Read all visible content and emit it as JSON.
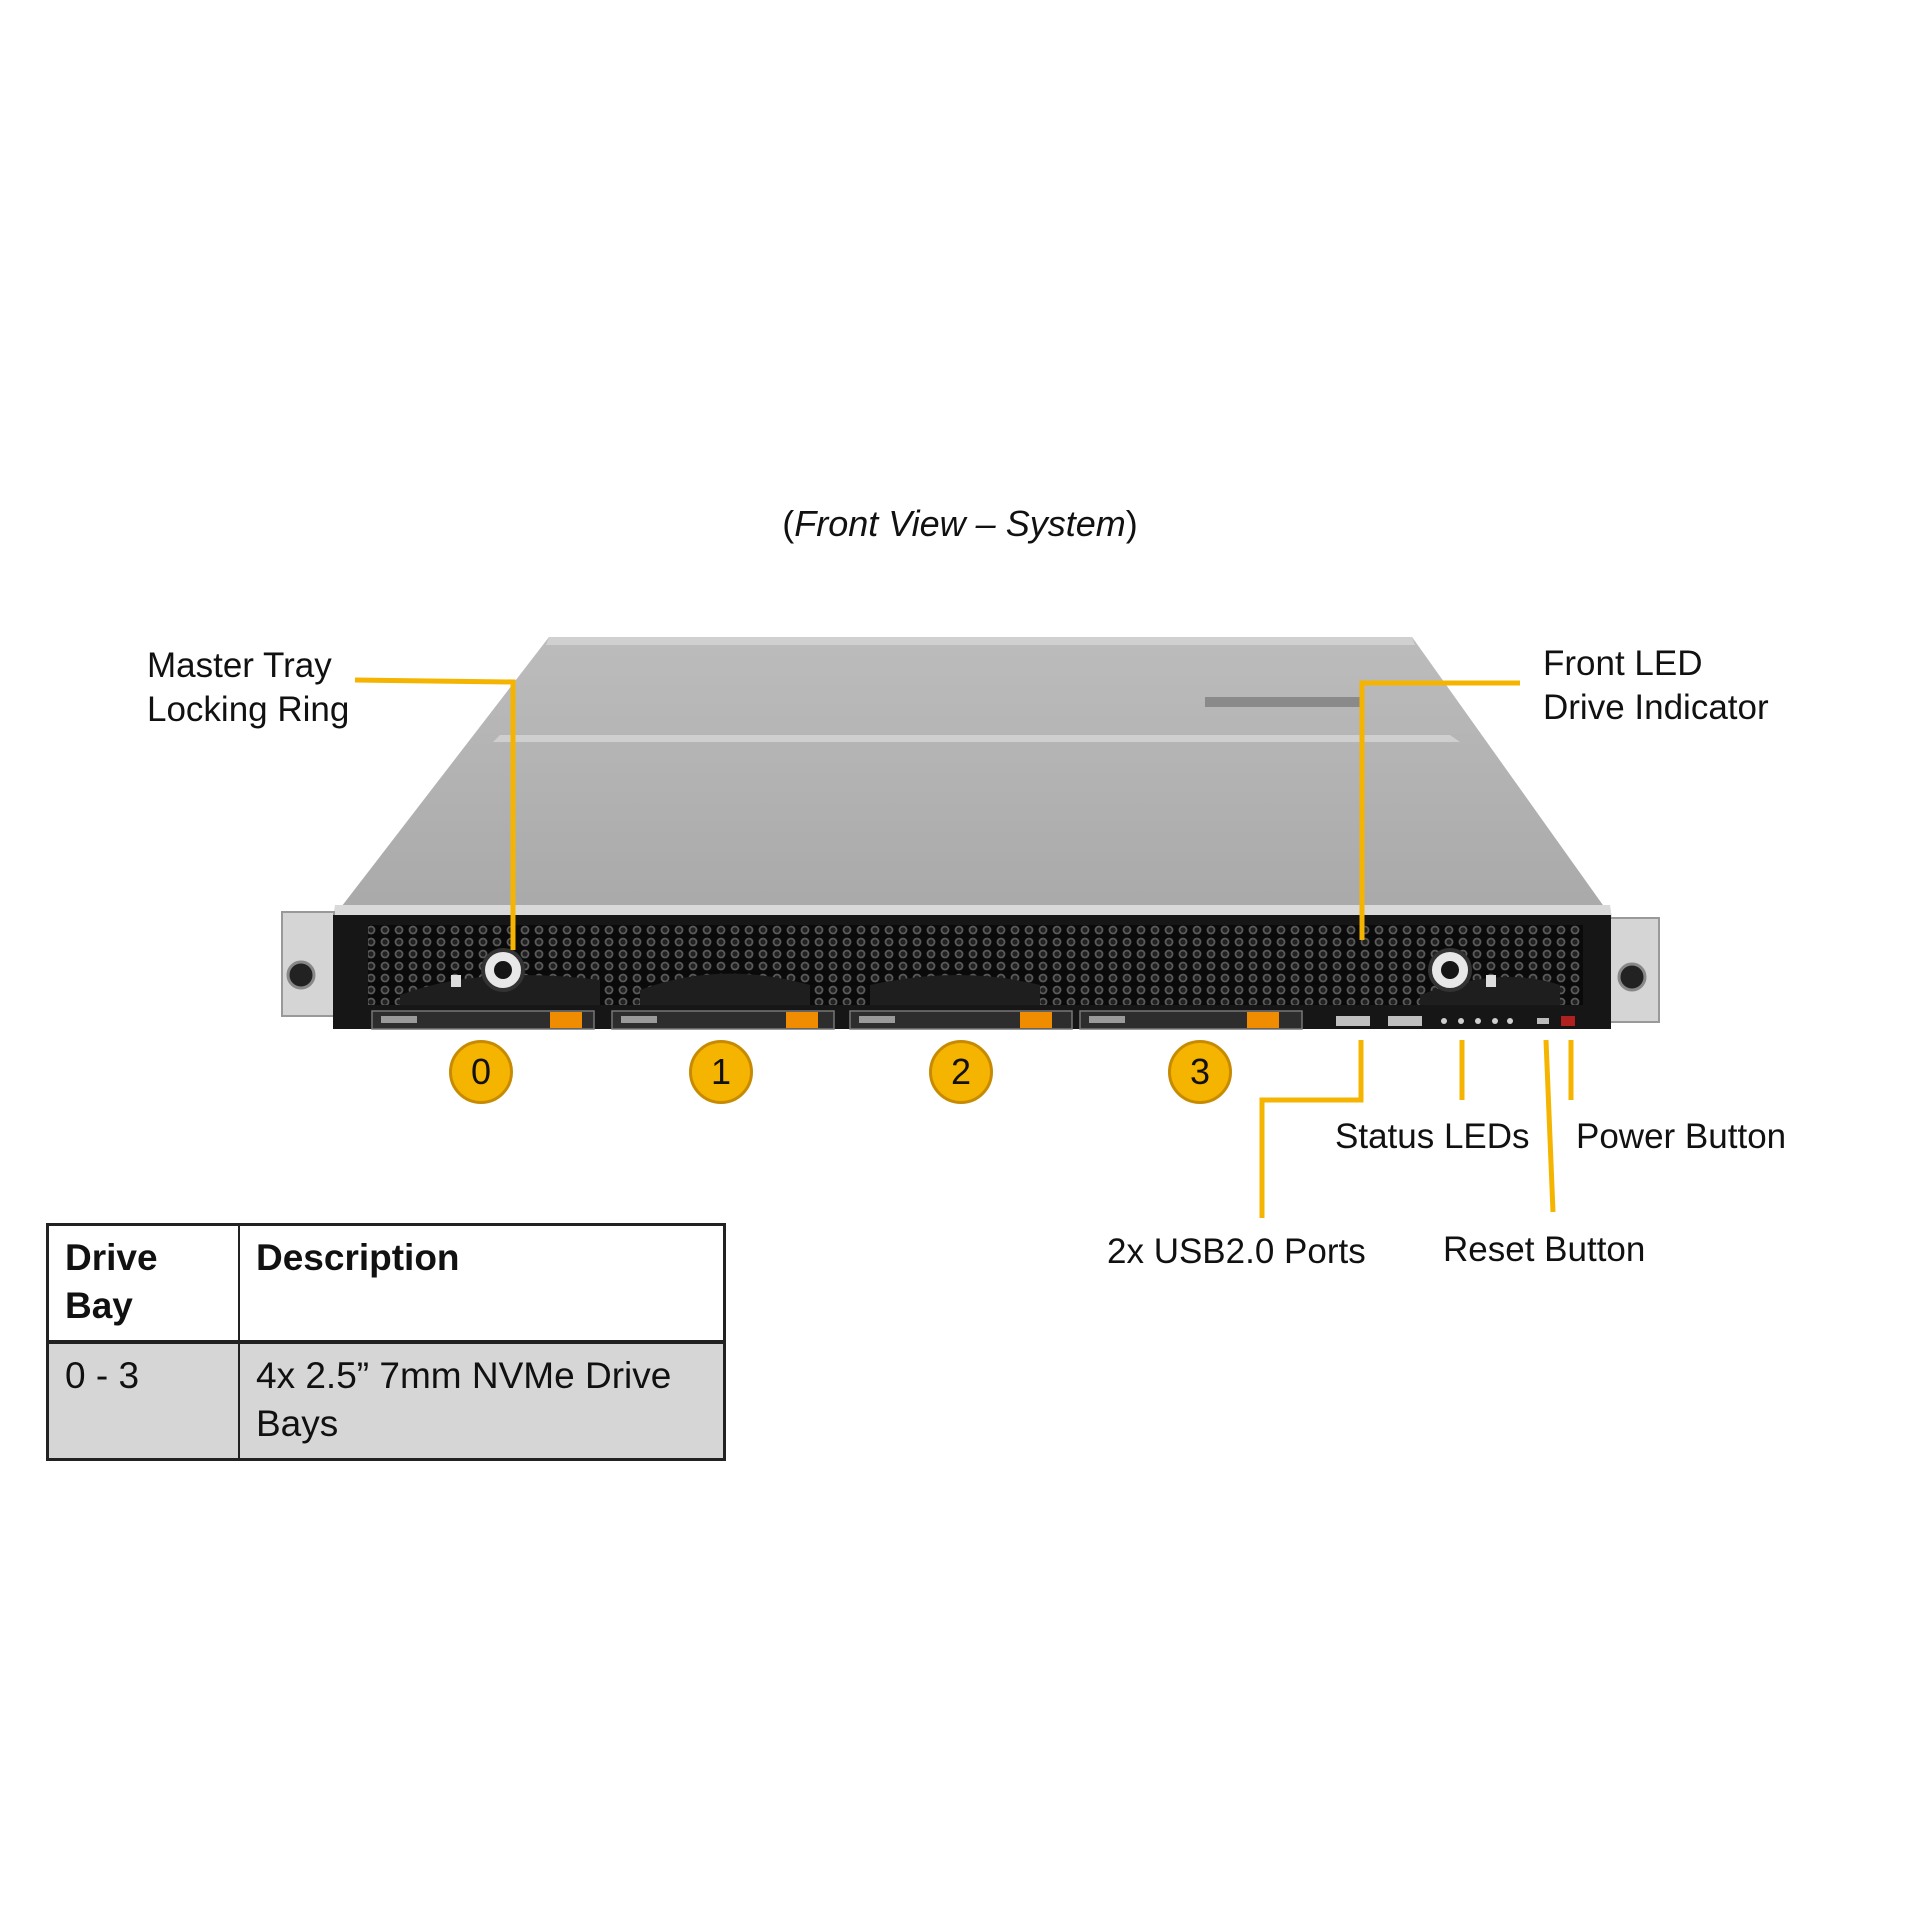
{
  "caption": {
    "open": "(",
    "italic": "Front View – System",
    "close": ")"
  },
  "labels": {
    "master_tray": "Master Tray",
    "locking_ring": "Locking Ring",
    "front_led": "Front LED",
    "drive_indicator": "Drive Indicator",
    "status_leds": "Status LEDs",
    "power_button": "Power Button",
    "usb_ports": "2x USB2.0 Ports",
    "reset_button": "Reset Button"
  },
  "bays": [
    "0",
    "1",
    "2",
    "3"
  ],
  "table": {
    "headers": [
      "Drive Bay",
      "Description"
    ],
    "rows": [
      [
        "0 - 3",
        "4x 2.5” 7mm NVMe Drive Bays"
      ]
    ]
  },
  "colors": {
    "callout": "#f5b400",
    "chassis_top": "#b7b7b7",
    "chassis_face": "#161616",
    "tab": "#f08c00"
  }
}
